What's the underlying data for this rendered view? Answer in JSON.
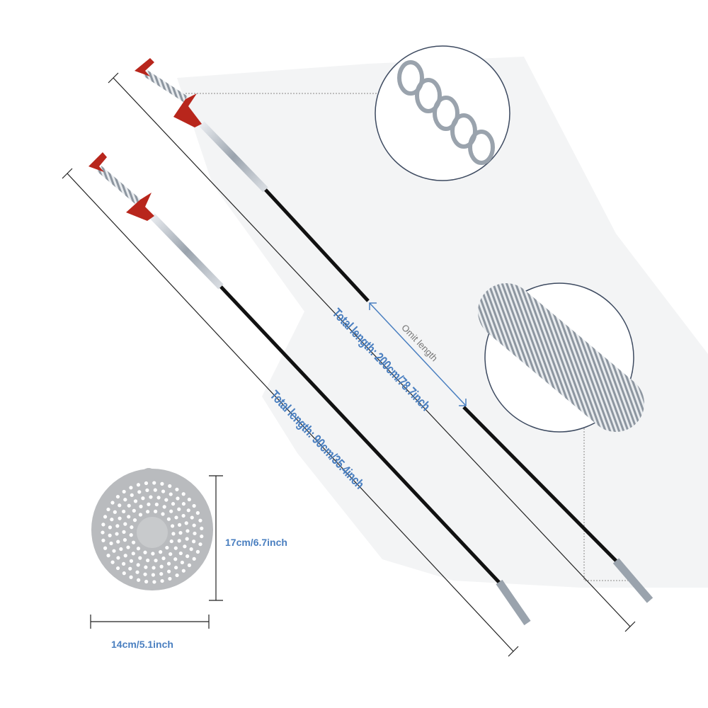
{
  "labels": {
    "long_total": "Total length: 200cm/78.7inch",
    "omit": "Omit length",
    "short_total": "Total length: 90cm/35.4inch",
    "strainer_height": "17cm/6.7inch",
    "strainer_width": "14cm/5.1inch"
  },
  "colors": {
    "label_blue": "#4a7fc0",
    "handle_red": "#b8261c",
    "background_panel": "#f3f4f5"
  }
}
